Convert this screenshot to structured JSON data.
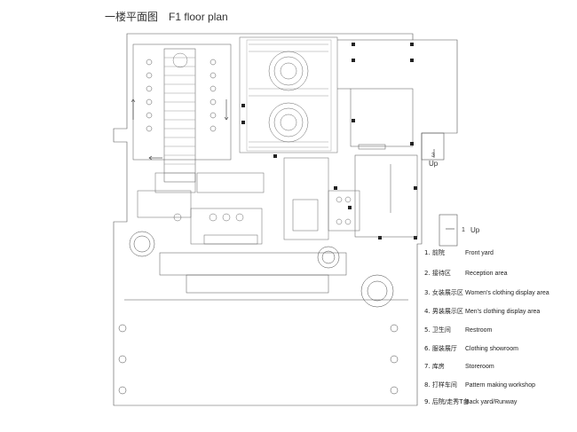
{
  "title": {
    "zh": "一楼平面图",
    "en": "F1 floor plan"
  },
  "labels": {
    "up_right": "Up",
    "up_lower": "Up",
    "up_number_right": "3",
    "up_number_lower": "1"
  },
  "legend": [
    {
      "zh": "1. 前院",
      "en": "Front yard"
    },
    {
      "zh": "2. 接待区",
      "en": "Reception area"
    },
    {
      "zh": "3. 女装展示区",
      "en": "Women’s clothing display area"
    },
    {
      "zh": "4. 男装展示区",
      "en": "Men’s clothing display area"
    },
    {
      "zh": "5. 卫生间",
      "en": "Restroom"
    },
    {
      "zh": "6. 服装展厅",
      "en": "Clothing showroom"
    },
    {
      "zh": "7. 库房",
      "en": "Storeroom"
    },
    {
      "zh": "8. 打样车间",
      "en": "Pattern making workshop"
    },
    {
      "zh": "9. 后院/走秀T台",
      "en": "Back yard/Runway"
    }
  ],
  "colors": {
    "line": "#555555",
    "dark": "#222222",
    "hatch": "#888888"
  }
}
